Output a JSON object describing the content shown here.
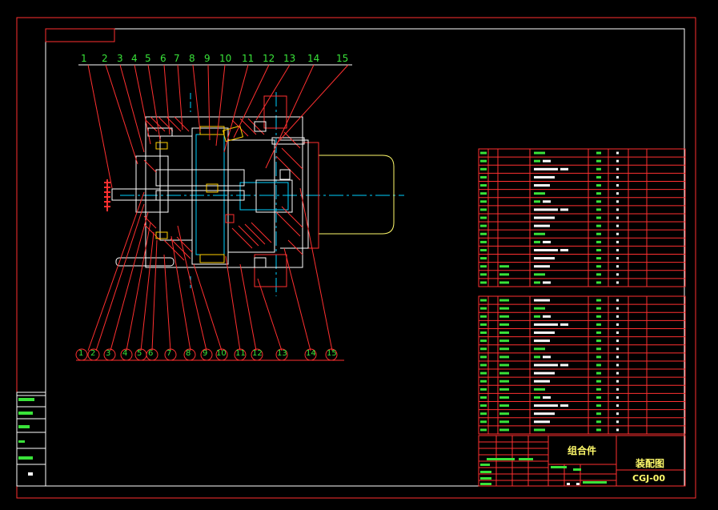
{
  "drawing": {
    "top_callouts": [
      "1",
      "2",
      "3",
      "4",
      "5",
      "6",
      "7",
      "8",
      "9",
      "10",
      "11",
      "12",
      "13",
      "14",
      "15"
    ],
    "bottom_callouts": [
      "1",
      "2",
      "3",
      "4",
      "5",
      "6",
      "7",
      "8",
      "9",
      "10",
      "11",
      "12",
      "13",
      "14",
      "15"
    ]
  },
  "title_block": {
    "subassembly": "组合件",
    "drawing_name": "装配图",
    "drawing_number": "CGJ-00"
  },
  "colors": {
    "background": "#000000",
    "frame": "#ff3030",
    "outline": "#ffffff",
    "callout": "#ff3030",
    "callout_text": "#39e339",
    "centerline": "#00d0ff",
    "highlight": "#ffd000",
    "table_fill": "#39e339"
  }
}
